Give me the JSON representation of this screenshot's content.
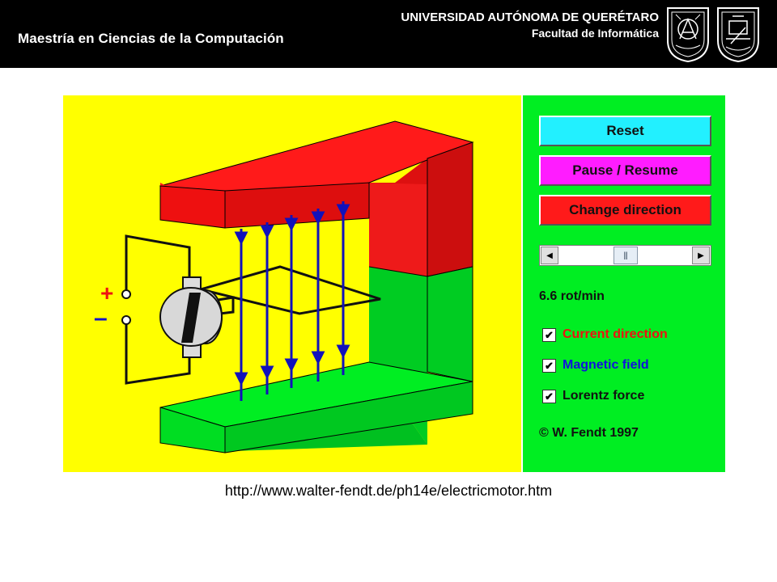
{
  "header": {
    "program_title": "Maestría en Ciencias de la Computación",
    "university": "UNIVERSIDAD AUTÓNOMA DE QUERÉTARO",
    "faculty": "Facultad de Informática"
  },
  "applet": {
    "terminals": {
      "positive": "+",
      "negative": "–"
    },
    "buttons": {
      "reset": "Reset",
      "pause_resume": "Pause / Resume",
      "change_direction": "Change direction"
    },
    "speed": {
      "readout": "6.6 rot/min",
      "slider_fraction": 0.5
    },
    "checkboxes": [
      {
        "label": "Current direction",
        "checked": true,
        "color": "#ee1111"
      },
      {
        "label": "Magnetic field",
        "checked": true,
        "color": "#1111dd"
      },
      {
        "label": "Lorentz force",
        "checked": true,
        "color": "#111111"
      }
    ],
    "copyright": "©  W. Fendt 1997",
    "colors": {
      "background": "#ffff00",
      "panel": "#00ee22",
      "north_pole": "#ff1a1a",
      "south_pole": "#00ee22",
      "field_lines": "#1111bb"
    }
  },
  "source_url": "http://www.walter-fendt.de/ph14e/electricmotor.htm"
}
